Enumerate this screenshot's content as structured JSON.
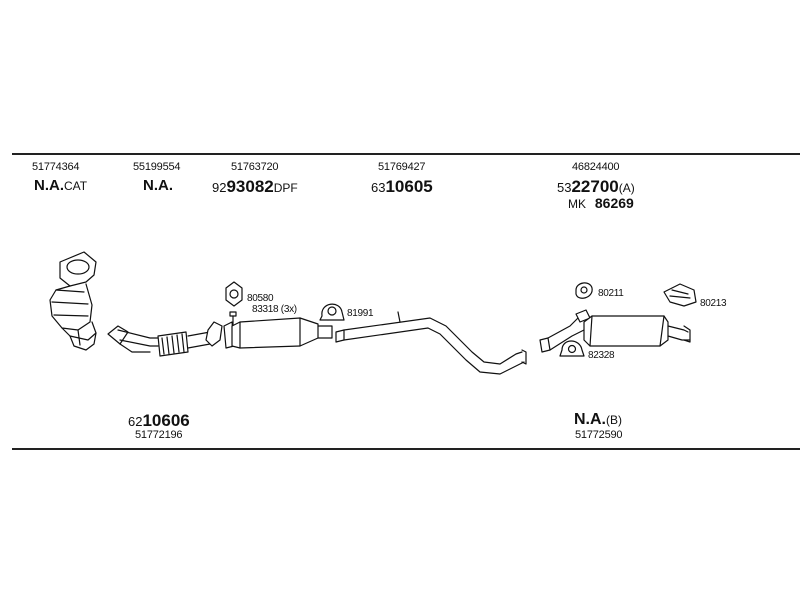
{
  "top_row": [
    {
      "number": "51774364",
      "code": "N.A.",
      "suffix": "CAT"
    },
    {
      "number": "55199554",
      "code": "N.A."
    },
    {
      "number": "51763720",
      "prefix": "92",
      "code": "93082",
      "suffix": "DPF"
    },
    {
      "number": "51769427",
      "prefix": "63",
      "code": "10605"
    },
    {
      "number": "46824400",
      "prefix": "53",
      "code": "22700",
      "suffix": "(A)",
      "extra_prefix": "MK",
      "extra_code": "86269"
    }
  ],
  "bottom_row": [
    {
      "prefix": "62",
      "code": "10606",
      "number": "51772196"
    },
    {
      "code": "N.A.",
      "suffix": "(B)",
      "number": "51772590"
    }
  ],
  "part_labels": {
    "gasket": "80580",
    "bolts": "83318 (3x)",
    "clamp_front": "81991",
    "hanger_top": "80211",
    "clamp_rear": "82328",
    "rubber_mount": "80213"
  }
}
